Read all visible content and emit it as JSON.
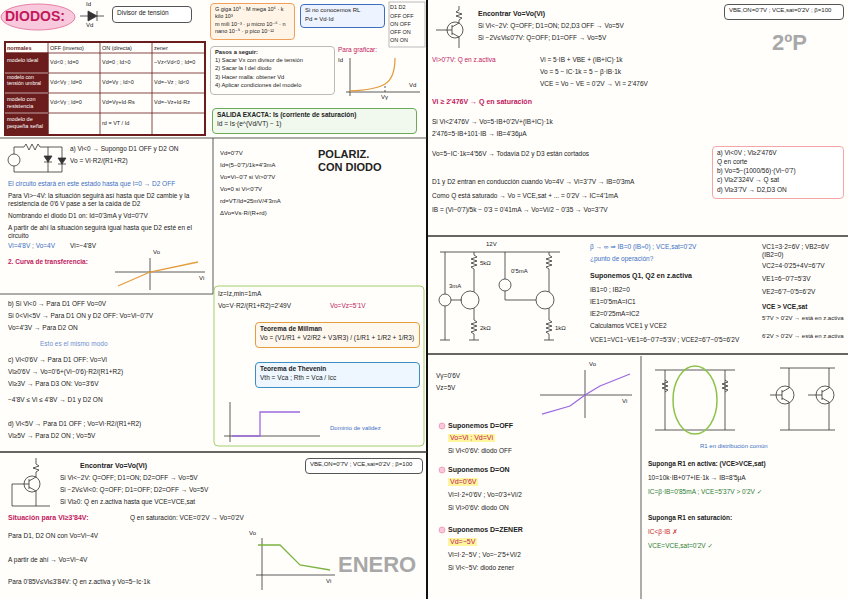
{
  "diagram": {
    "title": "DIODOS:",
    "nodes": [
      {
        "text": [
          "Divisor de tensión"
        ]
      },
      {
        "text": [
          "G giga 10⁹ · M mega 10⁶ · k kilo 10³",
          "m mili 10⁻³ · μ micro 10⁻⁶ · n nano 10⁻⁹ · p pico 10⁻¹²"
        ]
      },
      {
        "text": [
          "Si no conocemos RL",
          "Pd = Vd·Id"
        ]
      },
      {
        "text": [
          "Pasos a seguir:",
          "1) Sacar Vx con divisor de tensión",
          "2) Sacar la I del diodo",
          "3) Hacer malla: obtener Vd",
          "4) Aplicar condiciones del modelo"
        ]
      },
      {
        "text": [
          "SALIDA EXACTA: Is (corriente de saturación)",
          "Id = Is·(e^(Vd/VT) − 1)"
        ]
      },
      {
        "text": [
          "Teorema de Millman",
          "Vo = (V1/R1 + V2/R2 + V3/R3) / (1/R1 + 1/R2 + 1/R3)"
        ]
      },
      {
        "text": [
          "Teorema de Thevenin",
          "Vth = Vca ; Rth = Vca / Icc"
        ]
      },
      {
        "text": [
          "VBE,ON=0'7V ; VCE,sat=0'2V ; β=100"
        ]
      },
      {
        "text": [
          "VBE,ON=0'7V ; VCE,sat=0'2V ; β=100"
        ]
      },
      {
        "text": [
          "a) Vi<0V ; Vi≥2'476V",
          "Q en corte",
          "b) Vo=5−(1000/56)·(Vi−0'7)",
          "c) Vi≥2'324V → Q sat",
          "d) Vi≥3'7V → D2,D3 ON"
        ]
      }
    ],
    "labels": [
      "Id",
      "Vd",
      "D1 D2",
      "OFF OFF",
      "ON OFF",
      "OFF ON",
      "ON ON",
      "normales",
      "OFF (inverso)",
      "ON (directa)",
      "zener",
      "modelo ideal",
      "Vd<0 ; Id=0",
      "Vd=0 ; Id>0",
      "−Vz<Vd<0 ; Id=0",
      "modelo con tensión umbral",
      "Vd<Vγ ; Id=0",
      "Vd=Vγ ; Id>0",
      "Vd=−Vz ; Id<0",
      "modelo con resistencia",
      "Vd<Vγ ; Id=0",
      "Vd=Vγ+Id·Rs",
      "Vd=−Vz+Id·Rz",
      "modelo de pequeña señal",
      "rd = VT / Id",
      "Para graficar:",
      "Id",
      "Vd",
      "Vγ",
      "a) Vi<0 → Supongo D1 OFF y D2 ON",
      "Vo = Vi·R2/(R1+R2)",
      "El circuito estará en este estado hasta que I=0 → D2 OFF",
      "Para Vi>−4V: la situación seguirá así hasta que D2 cambie y la resistencia de 0'6 V pase a ser la caída de D2",
      "Nombrando el diodo D1 on: Id=0'3mA y Vd=0'7V",
      "A partir de ahí la situación seguirá igual hasta que D2 esté en el circuito",
      "Vi=4'8V ; Vo=4V",
      "Vi=−4'8V",
      "2. Curva de transferencia:",
      "Vo",
      "Vi",
      "POLARIZ. CON DIODO",
      "Vd=0'7V",
      "Id=(5−0'7)/1k=4'3mA",
      "Vo=Vi−0'7 si Vi>0'7V",
      "Vo=0 si Vi<0'7V",
      "rd=VT/Id=25mV/4'3mA",
      "ΔVo=Vs·R/(R+rd)",
      "b) Si Vi<0 → Para D1 OFF Vo=0V",
      "Si 0<Vi<5V → Para D1 ON y D2 OFF: Vo=Vi−0'7V",
      "Vo=4'3V → Para D2 ON",
      "Esto es el mismo modo",
      "c) Vi<0'6V → Para D1 OFF: Vo=Vi",
      "Vi≥0'6V → Vo=0'6+(Vi−0'6)·R2/(R1+R2)",
      "Vi≥3V → Para D3 ON: Vo=3'6V",
      "−4'8V ≤ Vi ≤ 4'8V → D1 y D2 ON",
      "d) Vi<5V → Para D1 OFF ; Vo=Vi·R2/(R1+R2)",
      "Vi≥5V → Para D2 ON ; Vo=5V",
      "Iz=Iz,min=1mA",
      "Vo=V·R2/(R1+R2)=2'49V",
      "Vo=Vz=5'1V",
      "Dominio de validez",
      "Encontrar Vo=Vo(Vi)",
      "Si Vi<−2V: Q=OFF; D1=ON; D2=OFF → Vo=5V",
      "Si −2V≤Vi<0: Q=OFF; D1=OFF; D2=OFF → Vo=5V",
      "Si Vi≥0: Q en z.activa hasta que VCE=VCE,sat",
      "Situación para Vi≥3'84V:",
      "Q en saturación: VCE=0'2V → Vo=0'2V",
      "Para D1, D2 ON con Vo=Vi−4V",
      "A partir de ahí → Vo=Vi−4V",
      "Para 0'85V≤Vi≤3'84V: Q en z.activa y Vo=5−Ic·1k",
      "ENERO",
      "Vo",
      "Vi",
      "Encontrar Vo=Vo(Vi)",
      "Si Vi<−2V: Q=OFF; D1=ON; D2,D3 OFF → Vo=5V",
      "Si −2V≤Vi≤0'7V: Q=OFF; D1=OFF → Vo=5V",
      "Vi>0'7V: Q en z.activa",
      "Vi = 5·IB + VBE + (IB+IC)·1k",
      "Vo = 5 − IC·1k = 5 − β·IB·1k",
      "VCE = Vo − VE = 0'2V → Vi = 2'476V",
      "Vi ≥ 2'476V → Q en saturación",
      "Si Vi<2'476V → Vo=5·IB+0'2V+(IB+IC)·1k",
      "2'476=5·IB+101·IB → IB=4'36μA",
      "Vo=5−IC·1k=4'56V → Todavía D2 y D3 están cortados",
      "D1 y D2 entran en conducción cuando Vo=4V → Vi=3'7V → IB=0'3mA",
      "Como Q está saturado → Vo = VCE,sat + ... = 0'2V → IC=4'1mA",
      "IB = (Vi−0'7)/5k − 0'3 = 0'41mA → Vo=Vi/2 − 0'35 → Vo=3'7V",
      "2ºP",
      "12V",
      "0'5mA",
      "3mA",
      "5kΩ",
      "2kΩ",
      "1kΩ",
      "β → ∞ ⇒ IB=0 (IB≈0) ; VCE,sat=0'2V",
      "¿punto de operación?",
      "Suponemos Q1, Q2 en z.activa",
      "IB1=0 ; IB2=0",
      "IE1=0'5mA=IC1",
      "IE2=0'25mA=IC2",
      "Calculamos VCE1 y VCE2",
      "VCE1=VC1−VE1=6−0'7=5'3V ; VCE2=6'7−0'5=6'2V",
      "VC1=3·2=6V ; VB2=6V (IB2=0)",
      "VC2=4·0'25+4V=6'7V",
      "VE1=6−0'7=5'3V",
      "VE2=6'7−0'5=6'2V",
      "VCE > VCE,sat",
      "5'7V > 0'2V → está en z.activa",
      "6'2V > 0'2V → está en z.activa",
      "Vγ=0'6V",
      "Vz=5V",
      "Vo",
      "Vi",
      "Suponemos D=OFF",
      "Vo=Vi ; Vd=Vi",
      "Si Vi<0'6V: diodo OFF",
      "Suponemos D=ON",
      "Vd=0'6V",
      "Vi=I·2+0'6V ; Vo=0'3+Vi/2",
      "Si Vi>0'6V: diodo ON",
      "Suponemos D=ZENER",
      "Vd=−5V",
      "Vi=I·2−5V ; Vo=−2'5+Vi/2",
      "Si Vi<−5V: diodo zener",
      "R1 en distribución común",
      "Suponga R1 en activa: (VCE>VCE,sat)",
      "10=10k·IB+0'7+IE·1k → IB=8'5μA",
      "IC=β·IB=0'85mA ; VCE=5'37V > 0'2V ✓",
      "Suponga R1 en saturación:",
      "IC<β·IB ✗",
      "VCE=VCE,sat=0'2V ✓"
    ]
  }
}
